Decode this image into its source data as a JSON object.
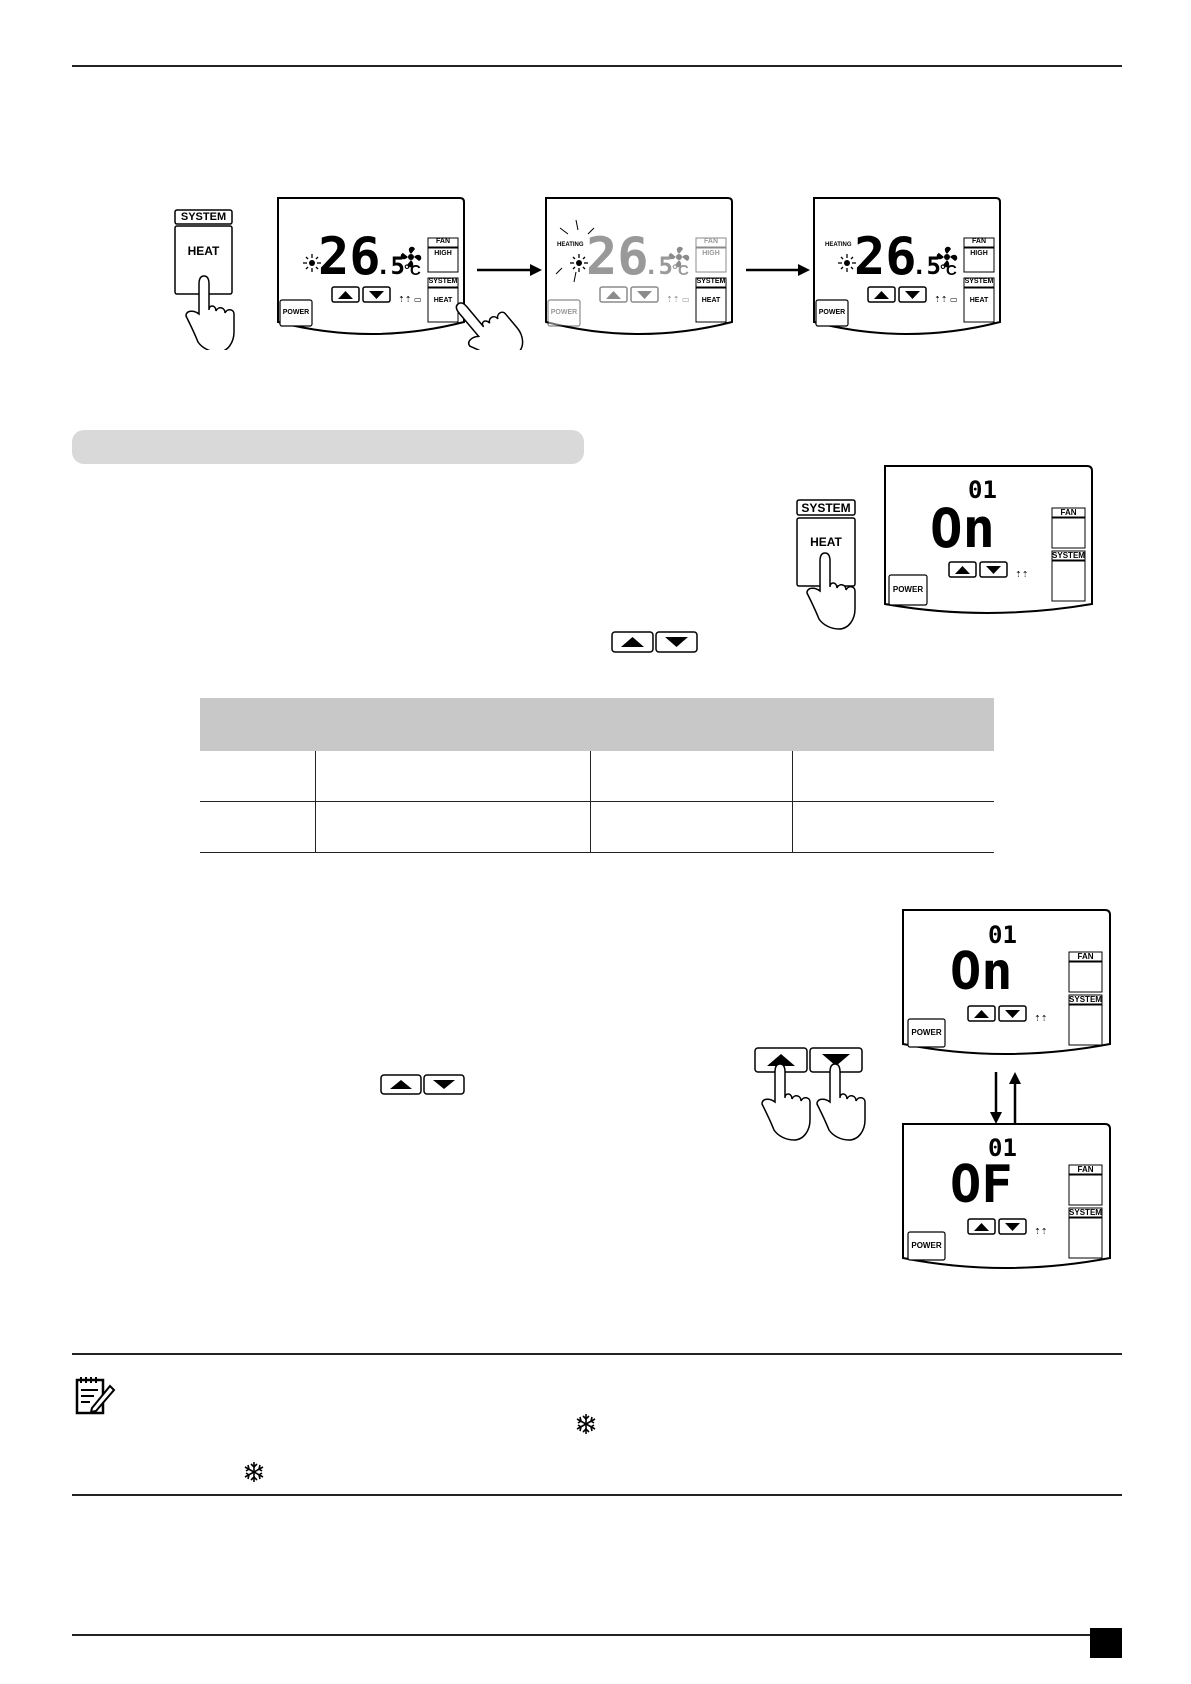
{
  "buttons": {
    "system_label": "SYSTEM",
    "heat_label": "HEAT",
    "fan_label": "FAN",
    "high_label": "HIGH",
    "power_label": "POWER"
  },
  "displays": {
    "temperature_main": "26",
    "temperature_decimal": ".5",
    "temperature_unit": "°C",
    "heating_label": "HEATING",
    "parameter_number": "01",
    "state_on": "On",
    "state_off": "OF"
  },
  "icons": [
    "sun-icon",
    "fan-icon",
    "up-arrow-icon",
    "down-arrow-icon",
    "hand-pointer-icon",
    "arrow-right-icon",
    "snowflake-icon",
    "notepad-icon"
  ],
  "colors": {
    "table_header": "#c8c8c8",
    "section_pill": "#d9d9d9",
    "dimmed": "#999999"
  }
}
